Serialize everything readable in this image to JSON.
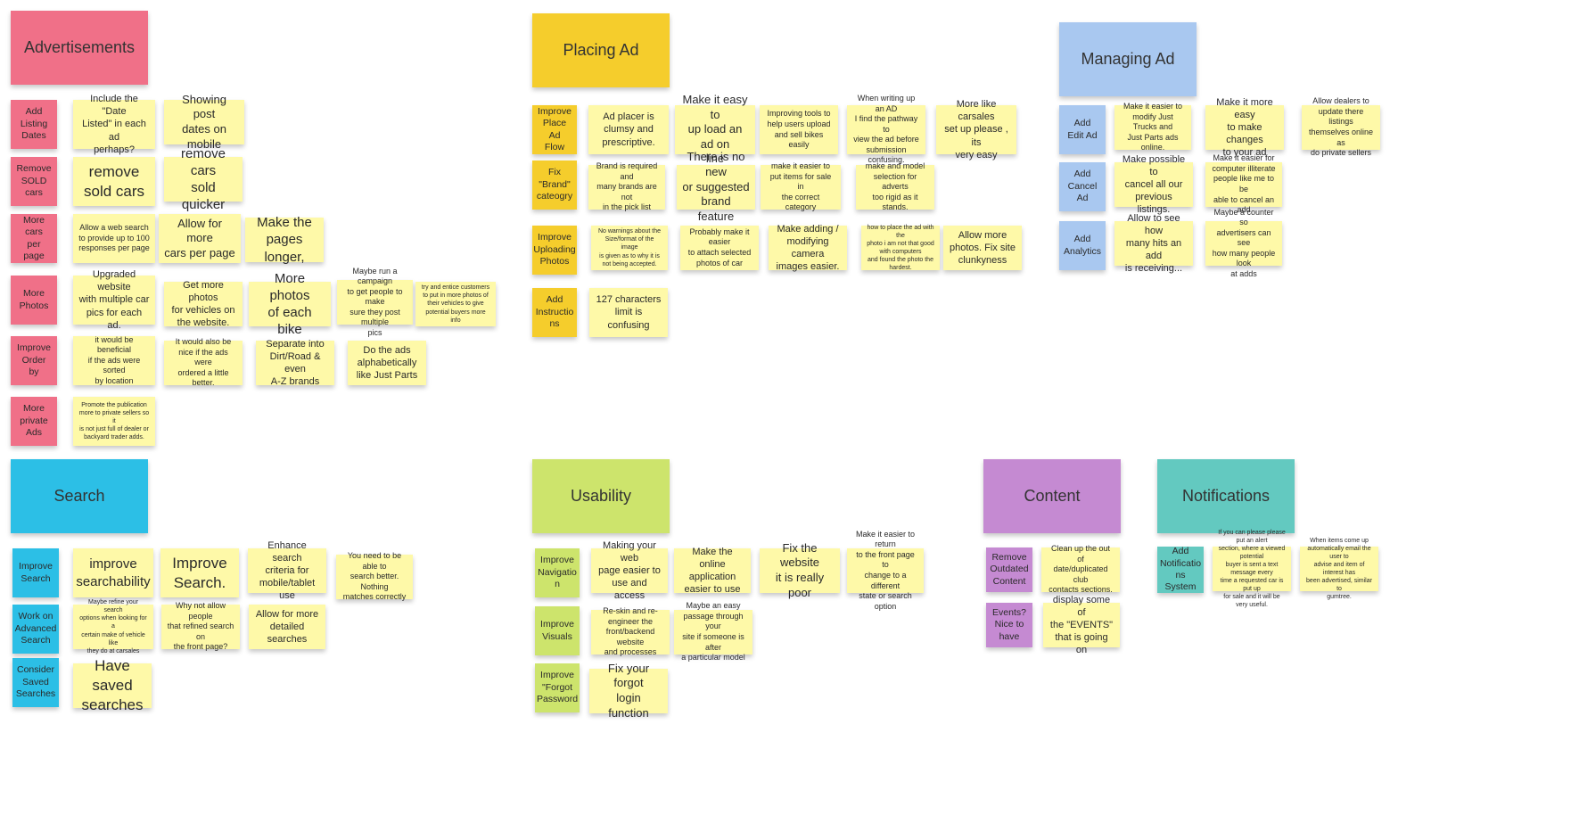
{
  "advertisements": {
    "title": "Advertisements",
    "rows": [
      {
        "label": "Add\nListing\nDates",
        "notes": [
          "Include the \"Date\nListed\" in each ad\nperhaps?",
          "Showing post\ndates on mobile"
        ]
      },
      {
        "label": "Remove\nSOLD cars",
        "notes": [
          "remove\nsold cars",
          "remove cars\nsold quicker"
        ]
      },
      {
        "label": "More cars\nper page",
        "notes": [
          "Allow a web search\nto provide up to 100\nresponses per page",
          "Allow for more\ncars per page",
          "Make the\npages longer,"
        ]
      },
      {
        "label": "More\nPhotos",
        "notes": [
          "Upgraded website\nwith multiple car\npics for each ad.",
          "Get more photos\nfor vehicles on\nthe website.",
          "More photos\nof each bike",
          "Maybe run a campaign\nto get people to make\nsure they post multiple\npics",
          "try and entice customers\nto put in more photos of\ntheir vehicles to give\npotential buyers more info"
        ]
      },
      {
        "label": "Improve\nOrder by",
        "notes": [
          "it would be beneficial\nif the ads were sorted\nby location",
          "It would also be\nnice if the ads were\nordered a little better.",
          "Separate into\nDirt/Road & even\nA-Z brands",
          "Do the ads\nalphabetically\nlike Just Parts"
        ]
      },
      {
        "label": "More\nprivate\nAds",
        "notes": [
          "Promote the publication\nmore to private sellers so it\nis not just full of dealer or\nbackyard trader adds."
        ]
      }
    ]
  },
  "placing": {
    "title": "Placing  Ad",
    "rows": [
      {
        "label": "Improve\nPlace Ad\nFlow",
        "notes": [
          "Ad placer is\nclumsy and\nprescriptive.",
          "Make it easy to\nup load an ad on\nline",
          "Improving tools to\nhelp users upload\nand sell bikes easily",
          "When writing up an AD\nI find the pathway to\nview the ad before\nsubmission confusing.",
          "More like carsales\nset up please , its\nvery easy"
        ]
      },
      {
        "label": "Fix\n\"Brand\"\ncateogry",
        "notes": [
          "Brand is required and\nmany brands are not\nin the pick list",
          "There is no new\nor suggested\nbrand feature",
          "make it easier to\nput items for sale in\nthe correct category",
          "make and model\nselection for adverts\ntoo rigid as it stands."
        ]
      },
      {
        "label": "Improve\nUploading\nPhotos",
        "notes": [
          "No warnings about the\nSize/format of the image\nis given as to why it is\nnot being accepted.",
          "Probably make it easier\nto attach selected\nphotos of car",
          "Make adding /\nmodifying camera\nimages easier.",
          "how to place the ad with the\nphoto i am not that good\nwith computers\nand found the photo the\nhardest.",
          "Allow more\nphotos. Fix site\nclunkyness"
        ]
      },
      {
        "label": "Add\nInstructio\nns",
        "notes": [
          "127 characters\nlimit is confusing"
        ]
      }
    ]
  },
  "managing": {
    "title": "Managing  Ad",
    "rows": [
      {
        "label": "Add\nEdit Ad",
        "notes": [
          "Make it easier to\nmodify Just Trucks and\nJust Parts ads online.",
          "Make it more easy\nto make changes\nto your ad",
          "Allow dealers to\nupdate there listings\nthemselves online as\ndo private sellers"
        ]
      },
      {
        "label": "Add\nCancel Ad",
        "notes": [
          "Make possible to\ncancel all our\nprevious listings.",
          "Make it easier for\ncomputer illiterate\npeople like me to be\nable to cancel an add"
        ]
      },
      {
        "label": "Add\nAnalytics",
        "notes": [
          "Allow to see how\nmany hits an add\nis receiving...",
          "Maybe a counter so\nadvertisers can see\nhow many people look\nat adds"
        ]
      }
    ]
  },
  "search": {
    "title": "Search",
    "rows": [
      {
        "label": "Improve\nSearch",
        "notes": [
          "improve\nsearchability",
          "Improve\nSearch.",
          "Enhance search\ncriteria for\nmobile/tablet use",
          "You need to be able to\nsearch better. Nothing\nmatches correctly"
        ]
      },
      {
        "label": "Work on\nAdvanced\nSearch",
        "notes": [
          "Maybe refine your search\noptions when looking for a\ncertain make of vehicle like\nthey do at carsales",
          "Why not allow people\nthat refined search on\nthe front page?",
          "Allow for more\ndetailed\nsearches"
        ]
      },
      {
        "label": "Consider\nSaved\nSearches",
        "notes": [
          "Have saved\nsearches"
        ]
      }
    ]
  },
  "usability": {
    "title": "Usability",
    "rows": [
      {
        "label": "Improve\nNavigatio\nn",
        "notes": [
          "Making your web\npage easier to\nuse and access",
          "Make the online\napplication\neasier to use",
          "Fix the website\nit is really poor",
          "Make it easier to return\nto the front page to\nchange to a different\nstate or search option"
        ]
      },
      {
        "label": "Improve\nVisuals",
        "notes": [
          "Re-skin and re-\nengineer the\nfront/backend website\nand processes",
          "Maybe an easy\npassage through your\nsite if someone is after\na particular model"
        ]
      },
      {
        "label": "Improve\n\"Forgot\nPassword",
        "notes": [
          "Fix your forgot\nlogin function"
        ]
      }
    ]
  },
  "content": {
    "title": "Content",
    "rows": [
      {
        "label": "Remove\nOutdated\nContent",
        "notes": [
          "Clean up the out of\ndate/duplicated club\ncontacts sections."
        ]
      },
      {
        "label": "Events?\nNice to\nhave",
        "notes": [
          "display some of\nthe \"EVENTS\"\nthat is going on"
        ]
      }
    ]
  },
  "notifications": {
    "title": "Notifications",
    "rows": [
      {
        "label": "Add\nNotificatio\nns System",
        "notes": [
          "If you can please please put an alert\nsection, where a viewed potential\nbuyer is sent a text message every\ntime a requested car is put up\nfor sale and it will be very useful.",
          "When items come up\nautomatically email the user to\nadvise and item of interest has\nbeen advertised, similar to\ngumtree."
        ]
      }
    ]
  }
}
